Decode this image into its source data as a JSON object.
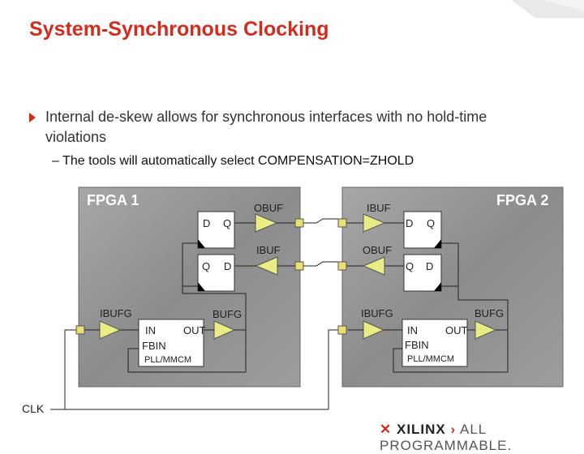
{
  "slide": {
    "title": "System-Synchronous Clocking",
    "bullet": "Internal de-skew allows for synchronous interfaces with no hold-time violations",
    "sub_bullet": "– The tools will automatically select COMPENSATION=ZHOLD"
  },
  "diagram": {
    "fpga1": {
      "title": "FPGA 1",
      "obuf": "OBUF",
      "ibuf": "IBUF",
      "ibufg": "IBUFG",
      "bufg": "BUFG",
      "ff_top": {
        "d": "D",
        "q": "Q"
      },
      "ff_bottom": {
        "q": "Q",
        "d": "D"
      },
      "pll": {
        "in": "IN",
        "out": "OUT",
        "fbin": "FBIN",
        "name": "PLL/MMCM"
      }
    },
    "fpga2": {
      "title": "FPGA 2",
      "ibuf": "IBUF",
      "obuf": "OBUF",
      "ibufg": "IBUFG",
      "bufg": "BUFG",
      "ff_top": {
        "d": "D",
        "q": "Q"
      },
      "ff_bottom": {
        "q": "Q",
        "d": "D"
      },
      "pll": {
        "in": "IN",
        "out": "OUT",
        "fbin": "FBIN",
        "name": "PLL/MMCM"
      }
    },
    "clk_label": "CLK"
  },
  "footer": {
    "brand": "XILINX",
    "tagline": "ALL PROGRAMMABLE."
  },
  "colors": {
    "accent": "#d52b1e",
    "pad": "#e8e070",
    "buffer": "#e9ec82",
    "fpga_bg": "#8a8a8a"
  }
}
